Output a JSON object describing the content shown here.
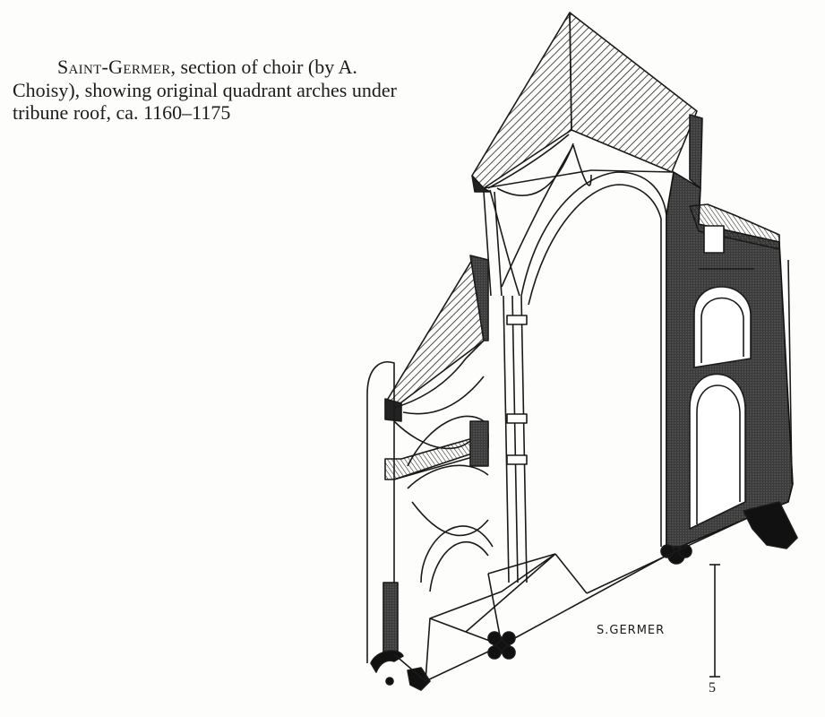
{
  "caption": {
    "title": "Saint-Germer",
    "line1_rest": ", section of choir (by A.",
    "line2": "Choisy), showing original quadrant arches under",
    "line3": "tribune roof, ca. 1160–1175"
  },
  "drawing": {
    "label": "S.GERMER",
    "scale_value": "5"
  }
}
